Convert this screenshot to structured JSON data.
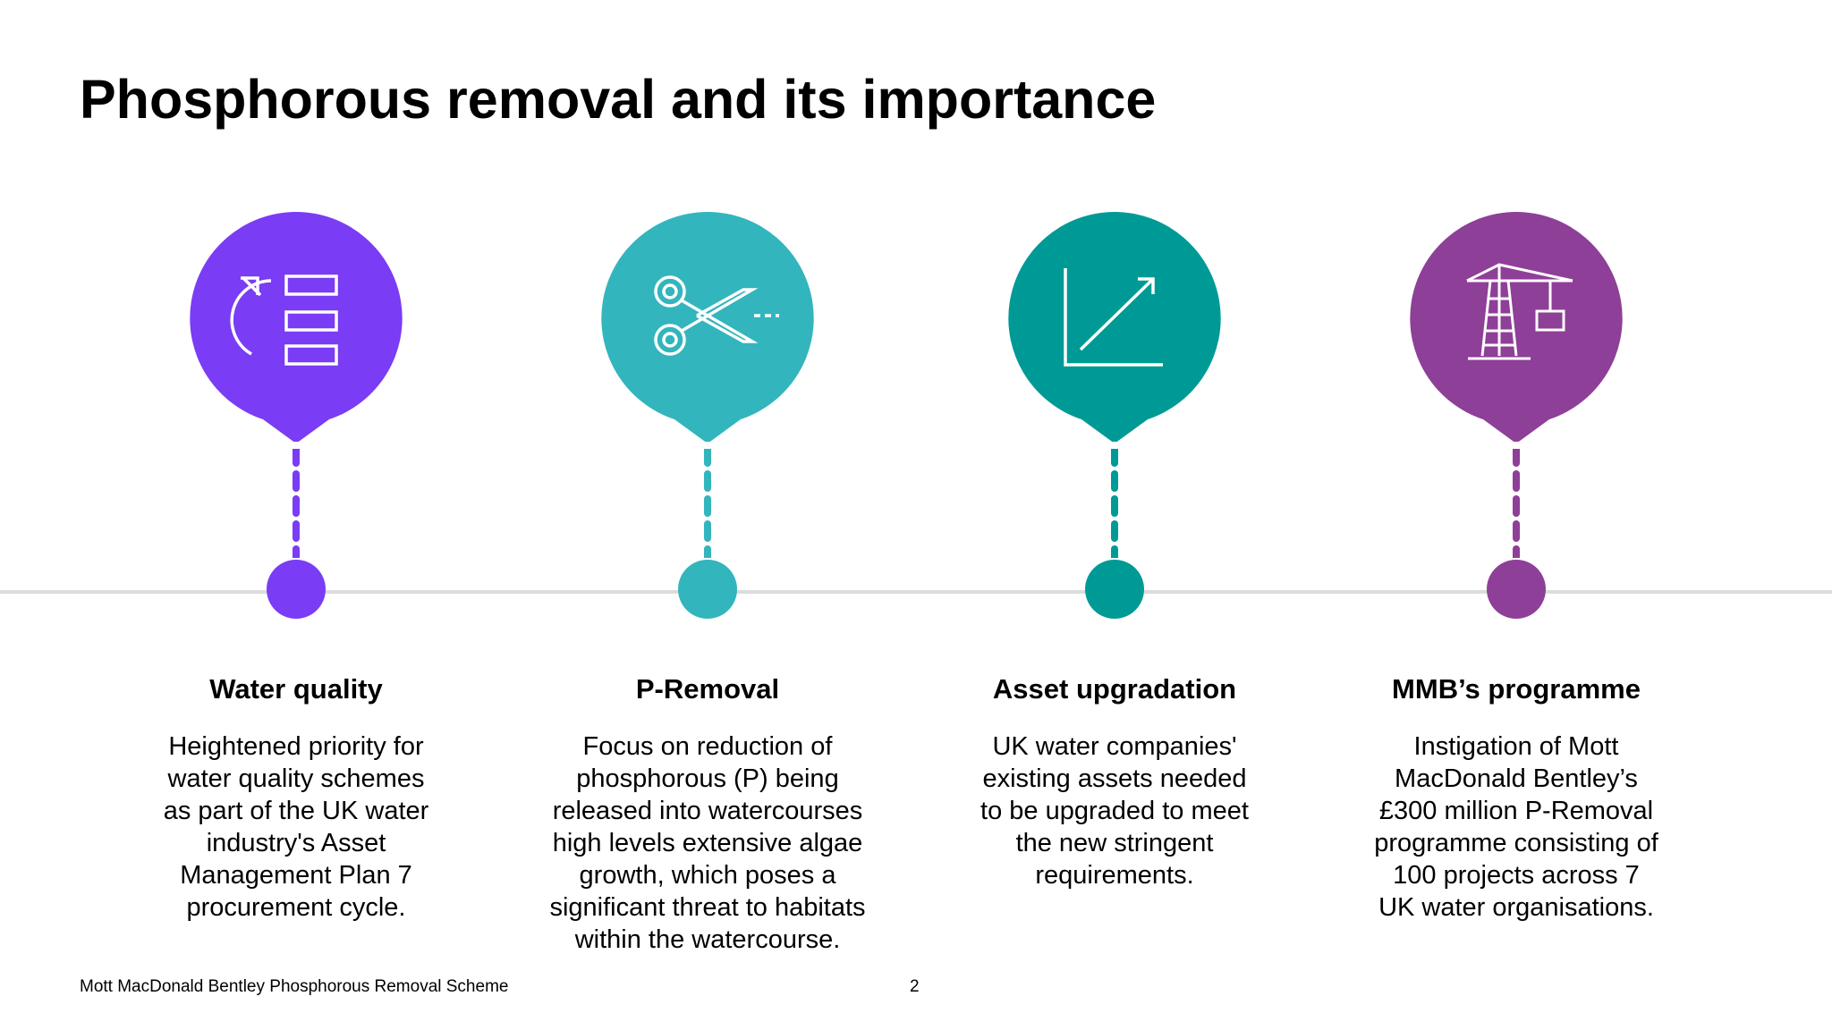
{
  "title": "Phosphorous removal and its importance",
  "stages": [
    {
      "heading": "Water quality",
      "icon": "list-refresh-icon",
      "color": "#7a3cf4",
      "lines": [
        "Heightened priority for",
        "water quality schemes",
        "as part of the UK water",
        "industry's Asset",
        "Management Plan 7",
        "procurement cycle."
      ]
    },
    {
      "heading": "P-Removal",
      "icon": "scissors-icon",
      "color": "#33b5bd",
      "lines": [
        "Focus on reduction of",
        "phosphorous (P) being",
        "released into watercourses",
        "high levels extensive algae",
        "growth, which poses a",
        "significant threat to habitats",
        "within the watercourse."
      ]
    },
    {
      "heading": "Asset upgradation",
      "icon": "growth-chart-icon",
      "color": "#009a96",
      "lines": [
        "UK water companies'",
        "existing assets needed",
        "to be upgraded to meet",
        "the new stringent",
        "requirements."
      ]
    },
    {
      "heading": "MMB’s programme",
      "icon": "crane-icon",
      "color": "#8e3f97",
      "lines": [
        "Instigation of Mott",
        "MacDonald Bentley’s",
        "£300 million P-Removal",
        "programme consisting of",
        "100 projects across 7",
        "UK water organisations."
      ]
    }
  ],
  "footer": {
    "text": "Mott MacDonald Bentley Phosphorous Removal Scheme",
    "page": "2"
  },
  "colors": {
    "timeline": "#dcdcdc",
    "text": "#000000",
    "background": "#ffffff"
  }
}
